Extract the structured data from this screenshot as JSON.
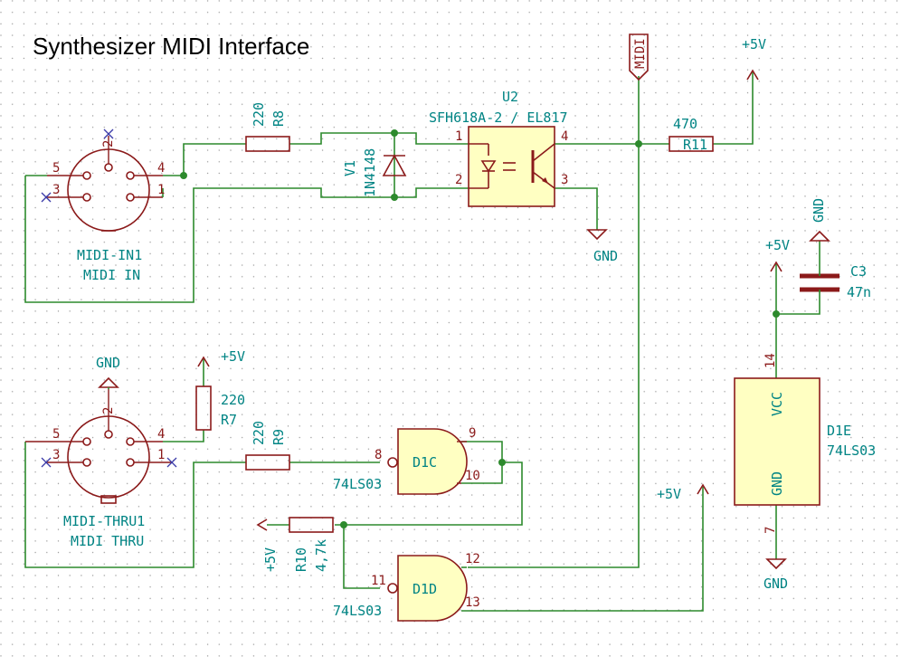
{
  "title": "Synthesizer MIDI Interface",
  "components": {
    "midi_in": {
      "ref": "MIDI-IN1",
      "value": "MIDI IN",
      "pins": [
        "1",
        "2",
        "3",
        "4",
        "5"
      ]
    },
    "midi_thru": {
      "ref": "MIDI-THRU1",
      "value": "MIDI THRU",
      "pins": [
        "1",
        "2",
        "3",
        "4",
        "5"
      ]
    },
    "r8": {
      "ref": "R8",
      "value": "220"
    },
    "r9": {
      "ref": "R9",
      "value": "220"
    },
    "r7": {
      "ref": "R7",
      "value": "220"
    },
    "r10": {
      "ref": "R10",
      "value": "4,7k"
    },
    "r11": {
      "ref": "R11",
      "value": "470"
    },
    "v1": {
      "ref": "V1",
      "value": "1N4148"
    },
    "u2": {
      "ref": "U2",
      "value": "SFH618A-2 / EL817",
      "pins": [
        "1",
        "2",
        "3",
        "4"
      ]
    },
    "d1c": {
      "ref": "D1C",
      "value": "74LS03",
      "pins": [
        "8",
        "9",
        "10"
      ]
    },
    "d1d": {
      "ref": "D1D",
      "value": "74LS03",
      "pins": [
        "11",
        "12",
        "13"
      ]
    },
    "d1e": {
      "ref": "D1E",
      "value": "74LS03",
      "vcc": "VCC",
      "gnd": "GND",
      "pins": [
        "14",
        "7"
      ]
    },
    "c3": {
      "ref": "C3",
      "value": "47n"
    }
  },
  "power": {
    "p5v": "+5V",
    "gnd": "GND"
  },
  "net_labels": {
    "midi": "MIDI"
  }
}
